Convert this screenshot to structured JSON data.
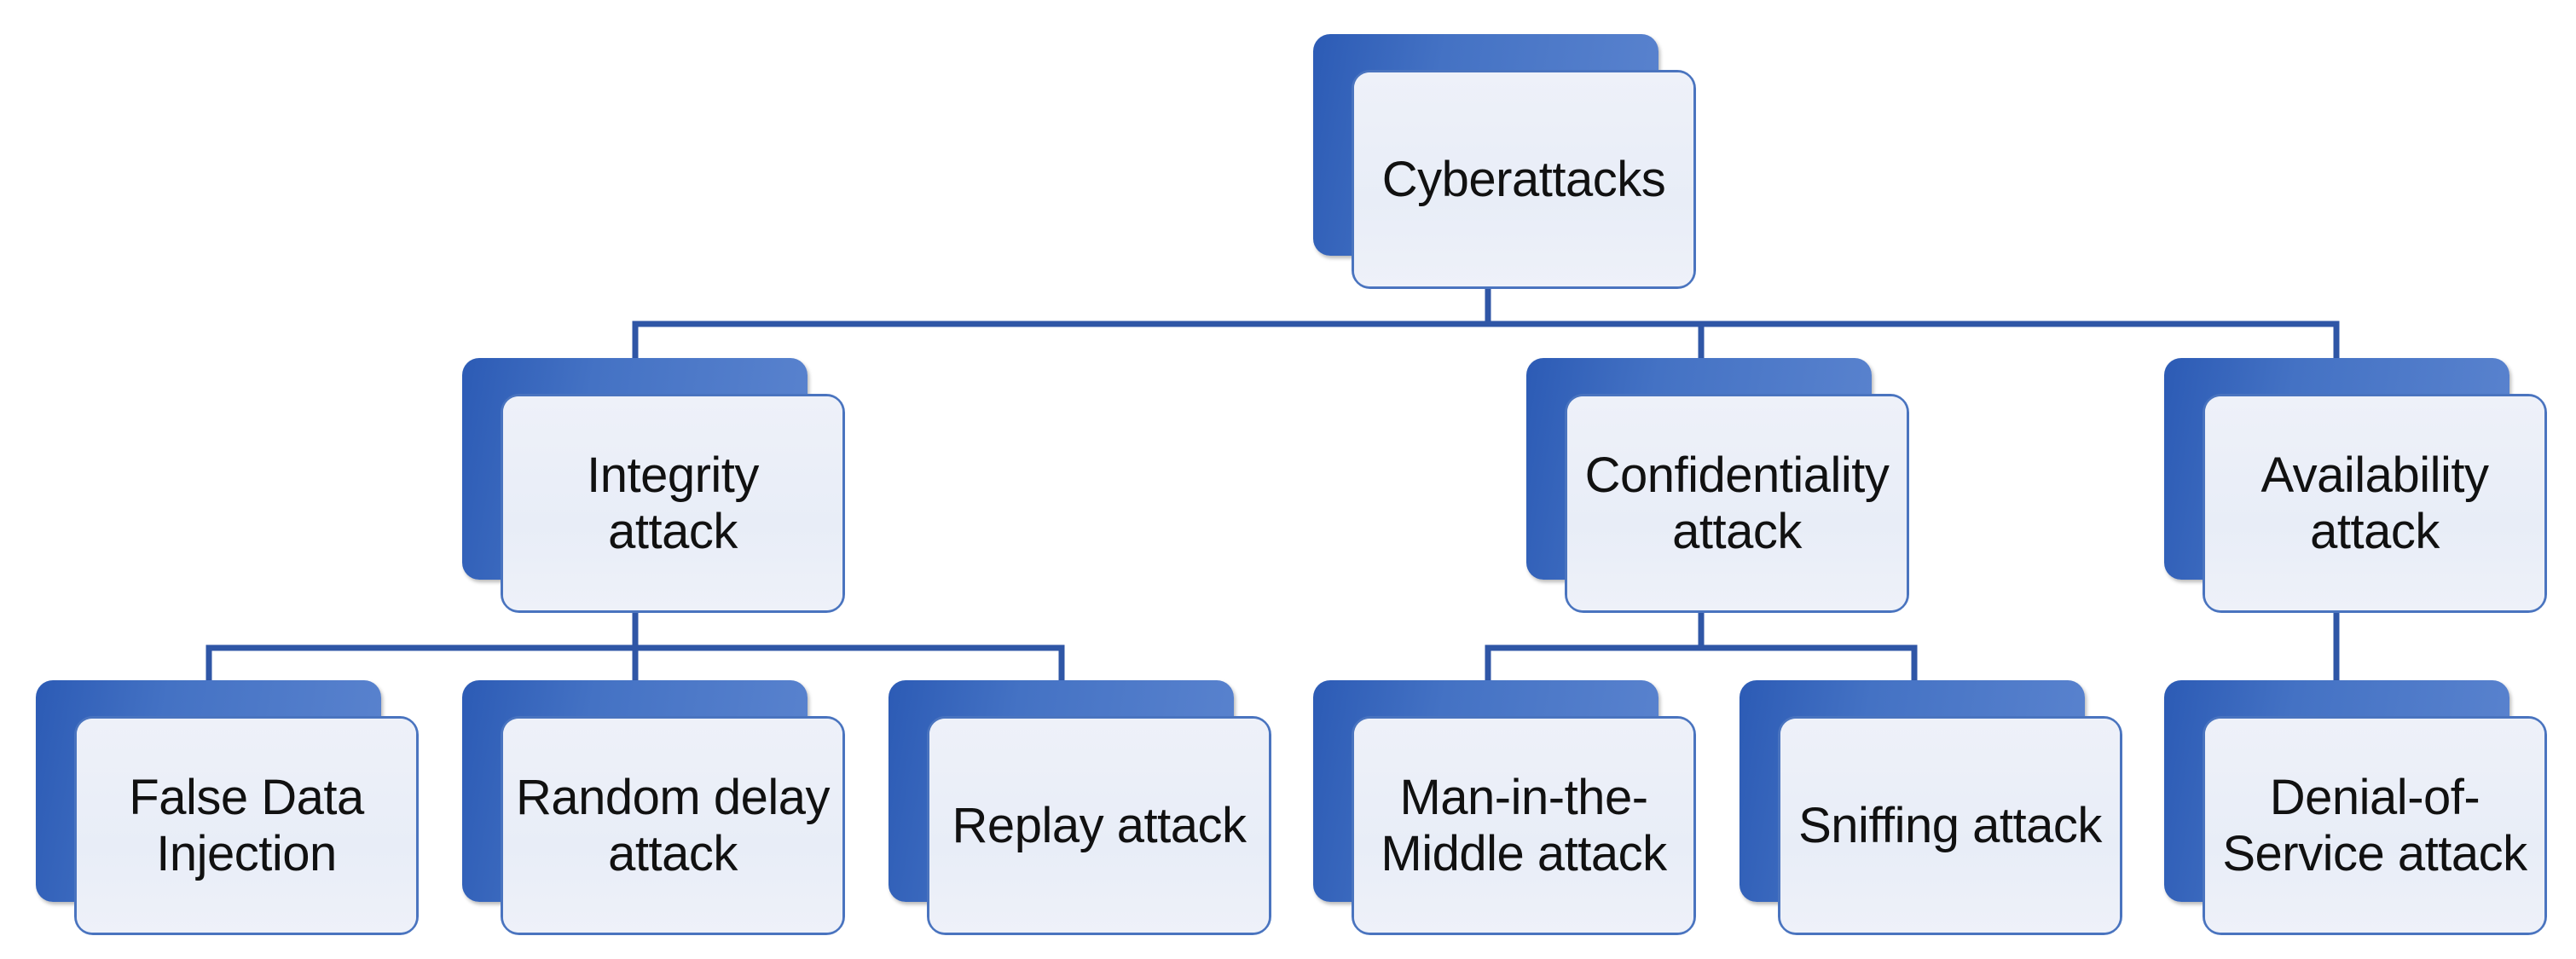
{
  "diagram": {
    "root": {
      "label": "Cyberattacks"
    },
    "categories": [
      {
        "label": "Integrity\nattack"
      },
      {
        "label": "Confidentiality\nattack"
      },
      {
        "label": "Availability\nattack"
      }
    ],
    "leaves": [
      {
        "label": "False Data\nInjection"
      },
      {
        "label": "Random delay\nattack"
      },
      {
        "label": "Replay attack"
      },
      {
        "label": "Man-in-the-\nMiddle attack"
      },
      {
        "label": "Sniffing attack"
      },
      {
        "label": "Denial-of-\nService attack"
      }
    ],
    "colors": {
      "box_fill": "#4472c4",
      "box_border": "#4a74bf",
      "panel_fill": "#e8edf7",
      "connector": "#2f56a6"
    }
  }
}
